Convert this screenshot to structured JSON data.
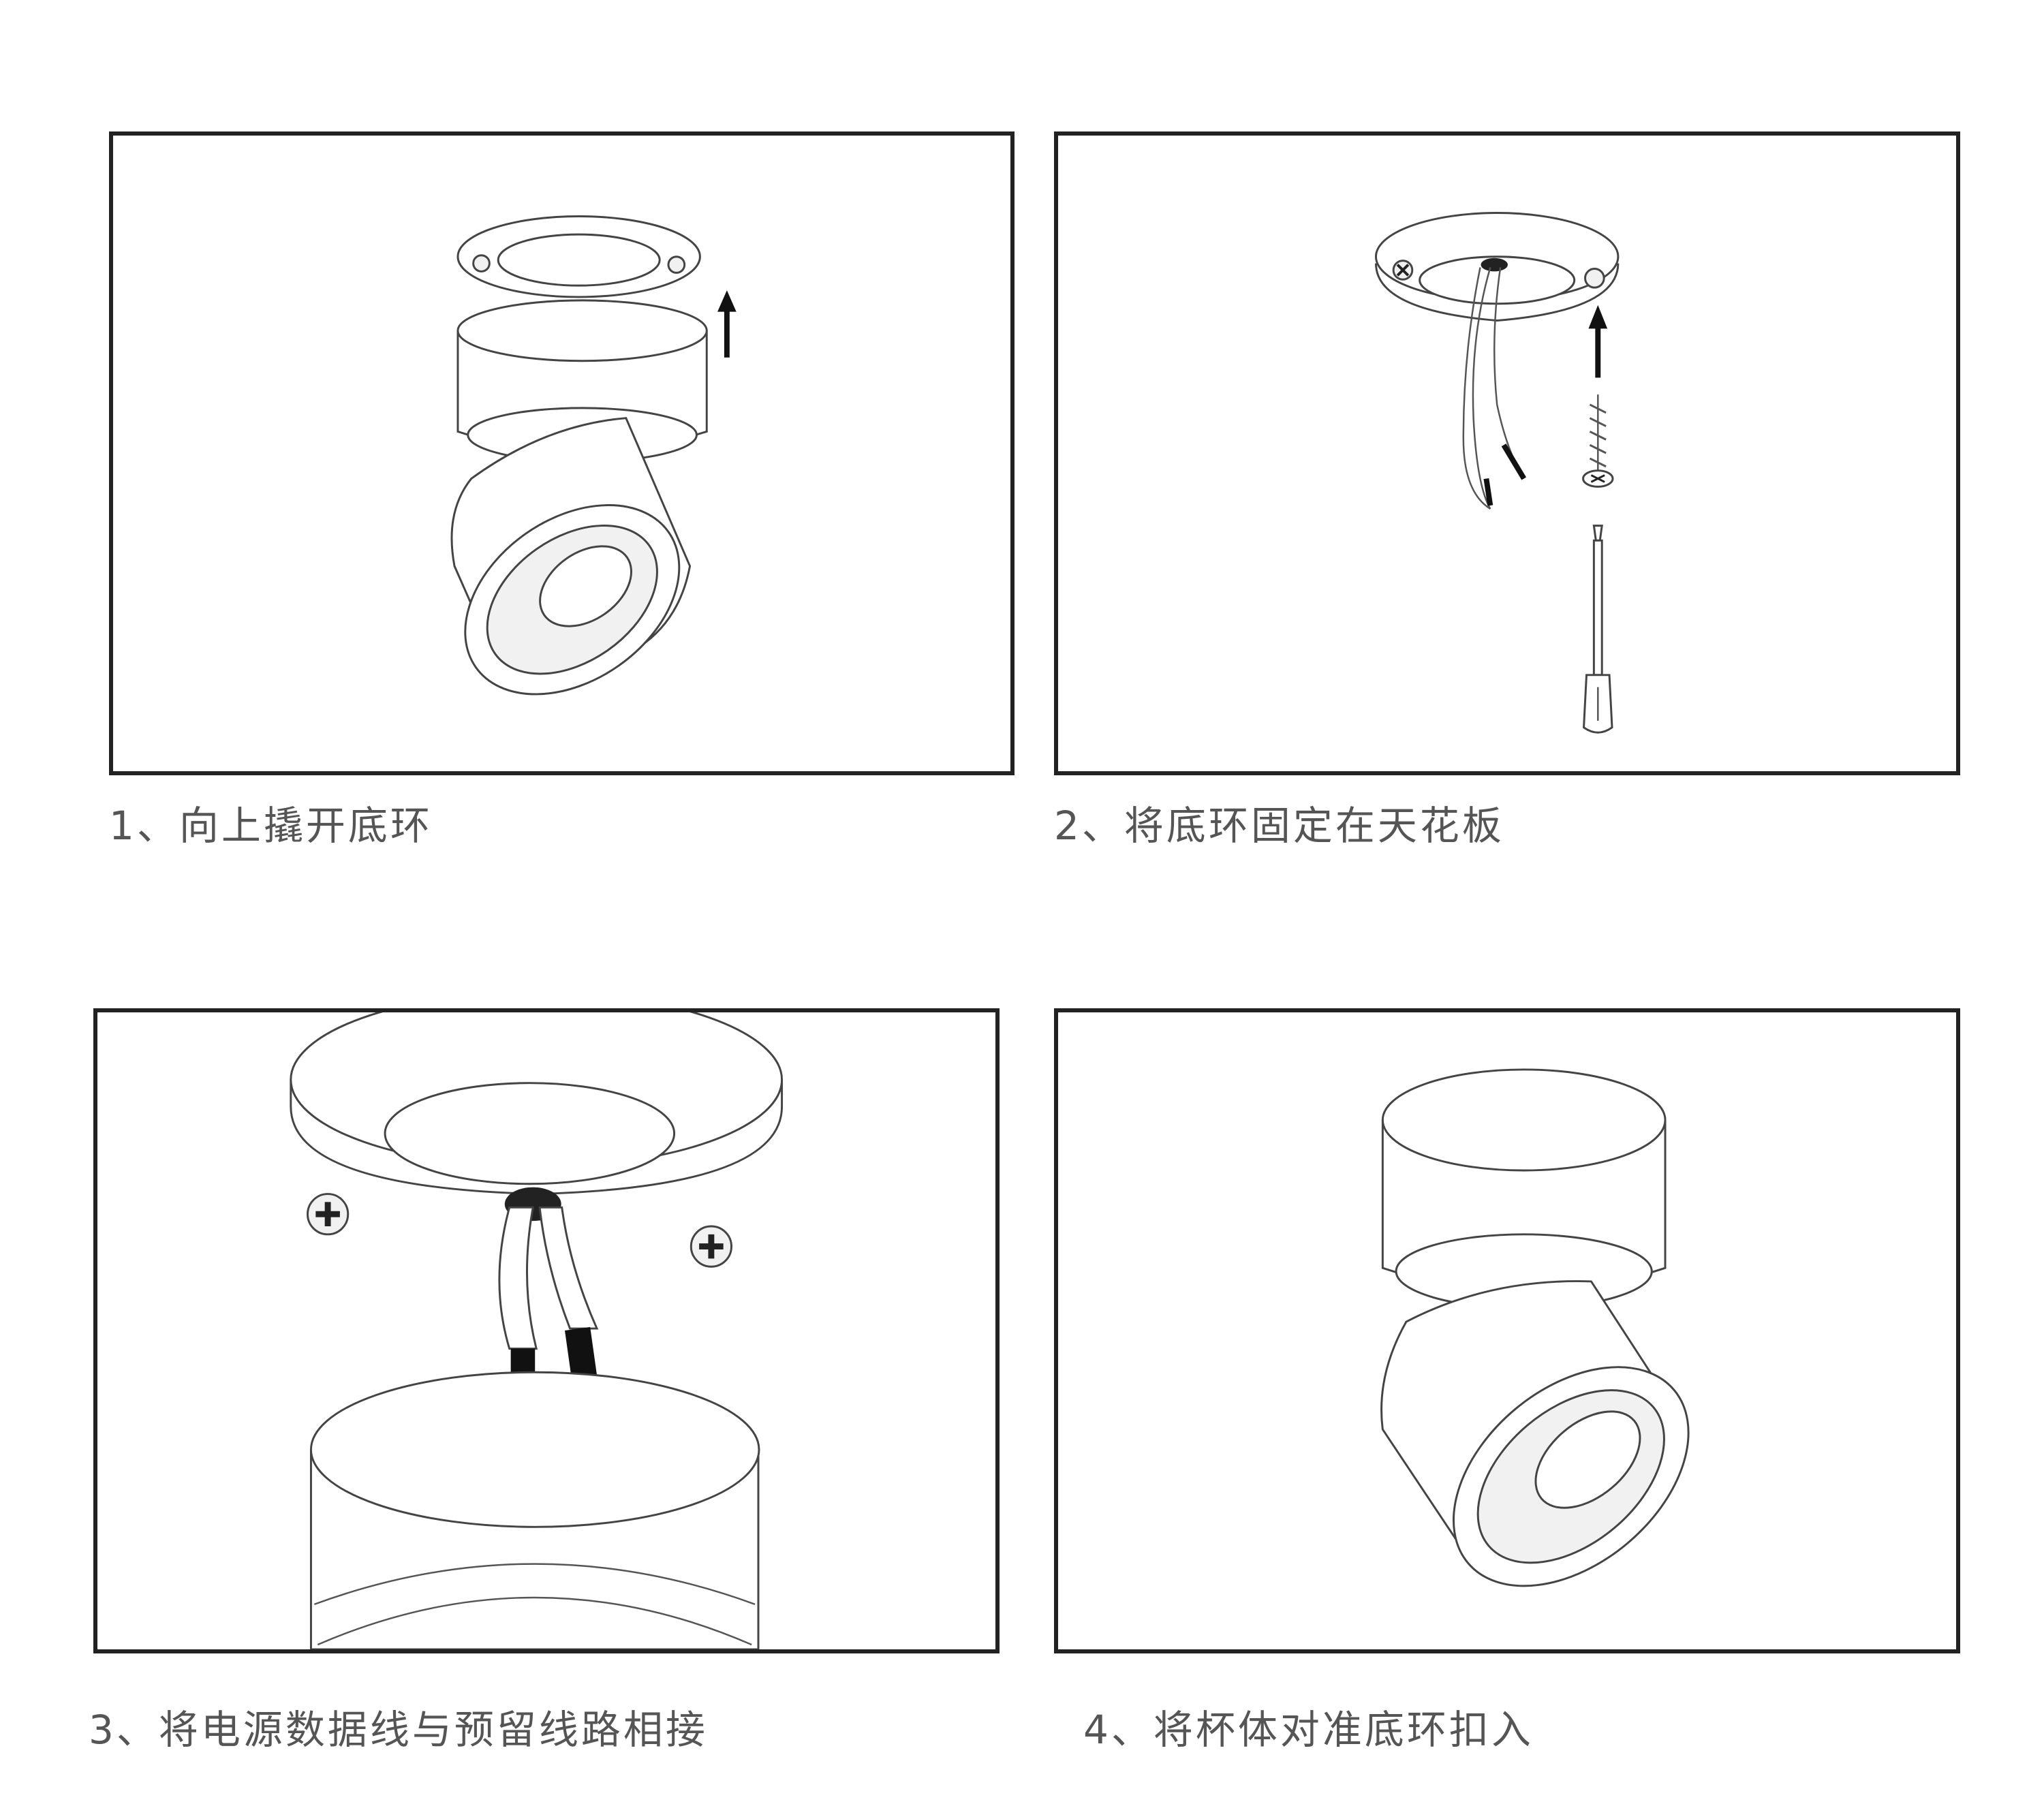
{
  "steps": [
    {
      "caption": "1、向上撬开底环"
    },
    {
      "caption": "2、将底环固定在天花板"
    },
    {
      "caption": "3、将电源数据线与预留线路相接"
    },
    {
      "caption": "4、将杯体对准底环扣入"
    }
  ],
  "icons": {
    "arrow": "up-arrow-icon",
    "screw": "screw-icon",
    "screwdriver": "screwdriver-icon"
  },
  "colors": {
    "frame": "#222222",
    "line": "#444444",
    "caption": "#555555",
    "wire_tip": "#111111"
  }
}
